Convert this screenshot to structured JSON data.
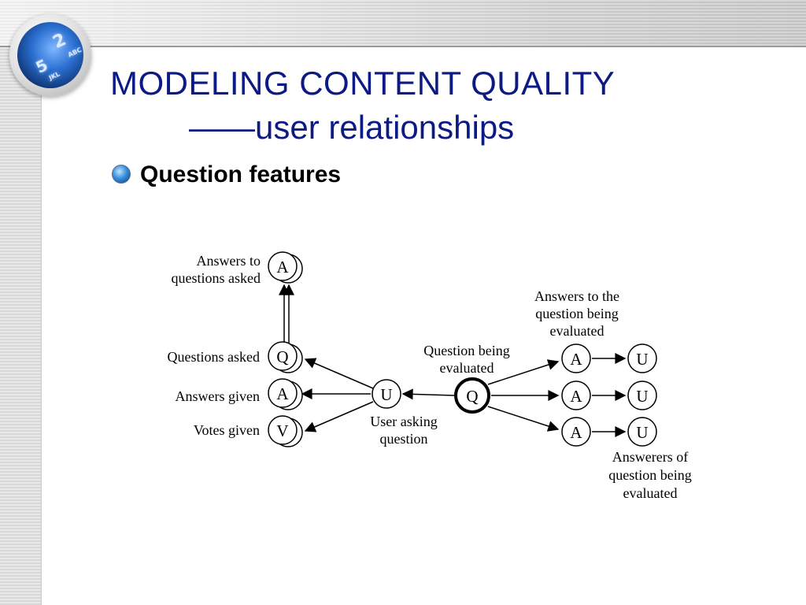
{
  "slide": {
    "title_line1": "MODELING CONTENT QUALITY",
    "title_line2": "——user relationships",
    "bullet": "Question features"
  },
  "emblem": {
    "keys": [
      "2",
      "ABC",
      "5",
      "JKL"
    ],
    "icon": "keypad-icon"
  },
  "colors": {
    "title": "#0c1a86",
    "bullet_text": "#000000",
    "node_stroke": "#000000"
  },
  "diagram": {
    "nodes": {
      "a_asked": "A",
      "q_asked": "Q",
      "a_given": "A",
      "v_given": "V",
      "u_asker": "U",
      "q_center": "Q",
      "a1": "A",
      "a2": "A",
      "a3": "A",
      "u1": "U",
      "u2": "U",
      "u3": "U"
    },
    "labels": {
      "answers_to_questions_asked": [
        "Answers to",
        "questions asked"
      ],
      "questions_asked": "Questions asked",
      "answers_given": "Answers given",
      "votes_given": "Votes given",
      "user_asking_question": [
        "User asking",
        "question"
      ],
      "question_being_evaluated": [
        "Question being",
        "evaluated"
      ],
      "answers_to_question_evaluated": [
        "Answers to the",
        "question being",
        "evaluated"
      ],
      "answerers_of_question": [
        "Answerers of",
        "question being",
        "evaluated"
      ]
    }
  }
}
